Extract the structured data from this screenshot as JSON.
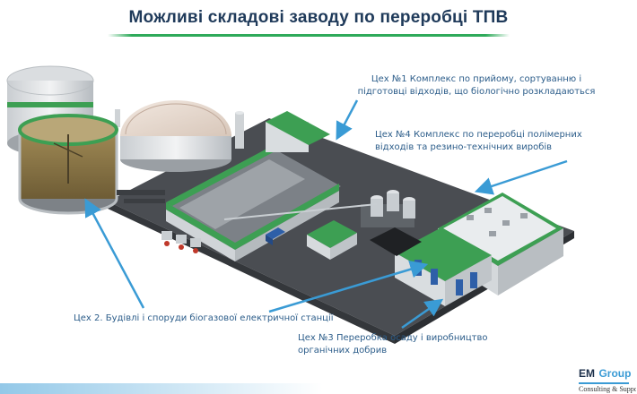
{
  "title": "Можливі складові заводу по переробці ТПВ",
  "labels": {
    "shop1_line1": "Цех №1 Комплекс по прийому, сортуванню і",
    "shop1_line2": "підготовці відходів, що біологічно розкладаються",
    "shop4_line1": "Цех №4 Комплекс по переробці полімерних",
    "shop4_line2": "відходів та резино-технічних виробів",
    "shop2_line1": "Цех 2. Будівлі і споруди біогазової електричної станції",
    "shop3_line1": "Цех №3 Переробка осаду і виробництво",
    "shop3_line2": "органічних добрив"
  },
  "brand": {
    "name_em": "EM",
    "name_group": "Group",
    "subtitle": "Consulting & Suppo"
  },
  "colors": {
    "title": "#1f3a5a",
    "label_text": "#2c5d8a",
    "arrow": "#3a9bd5",
    "accent_green": "#2eaa5a",
    "roof_green": "#2d9e4c",
    "ground": "#4a4d52"
  }
}
